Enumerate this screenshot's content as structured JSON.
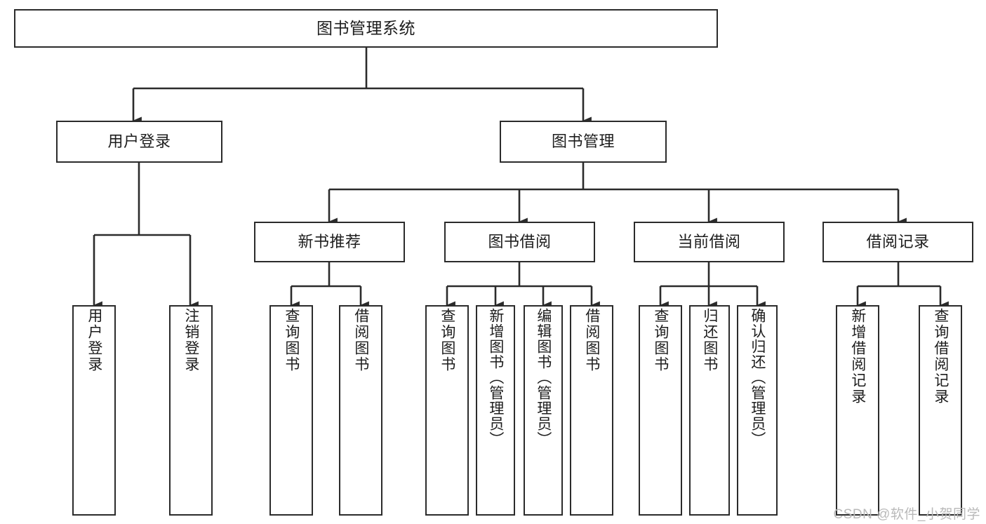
{
  "diagram": {
    "title": "图书管理系统",
    "type": "hierarchy-tree",
    "colors": {
      "box_border": "#2b2b2b",
      "box_fill": "#ffffff",
      "connector": "#2b2b2b",
      "text": "#1d1d1d",
      "watermark": "#b9b9b9"
    },
    "root": {
      "label": "图书管理系统"
    },
    "level2": [
      {
        "label": "用户登录"
      },
      {
        "label": "图书管理"
      }
    ],
    "level3": [
      {
        "label": "新书推荐"
      },
      {
        "label": "图书借阅"
      },
      {
        "label": "当前借阅"
      },
      {
        "label": "借阅记录"
      }
    ],
    "leaves": {
      "user_login": [
        {
          "label": "用户登录"
        },
        {
          "label": "注销登录"
        }
      ],
      "new_book_recommend": [
        {
          "label": "查询图书"
        },
        {
          "label": "借阅图书"
        }
      ],
      "book_borrow": [
        {
          "label": "查询图书"
        },
        {
          "label": "新增图书（管理员）"
        },
        {
          "label": "编辑图书（管理员）"
        },
        {
          "label": "借阅图书"
        }
      ],
      "current_borrow": [
        {
          "label": "查询图书"
        },
        {
          "label": "归还图书"
        },
        {
          "label": "确认归还（管理员）"
        }
      ],
      "borrow_record": [
        {
          "label": "新增借阅记录"
        },
        {
          "label": "查询借阅记录"
        }
      ]
    }
  },
  "watermark": {
    "text": "CSDN @软件_小贺同学"
  }
}
